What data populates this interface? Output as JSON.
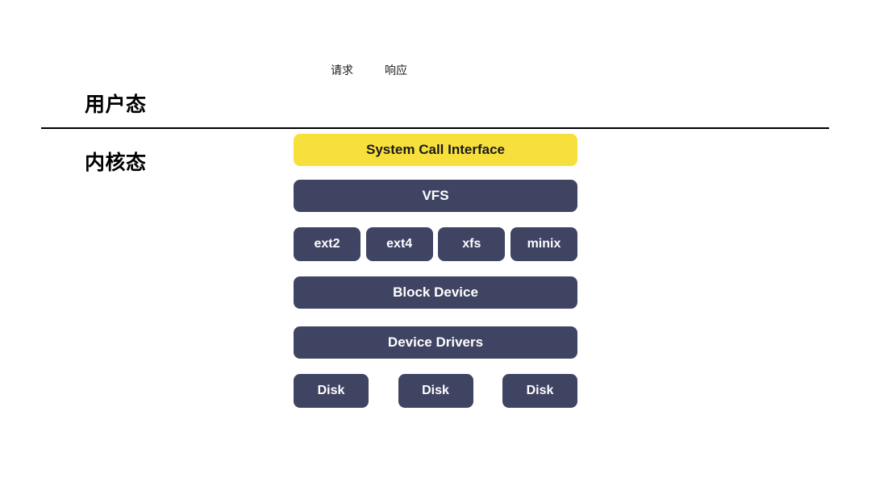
{
  "colors": {
    "accent": "#f7e03c",
    "navy": "#3f4463",
    "divider": "#000000",
    "text_dark": "#1a1a1a",
    "text_light": "#ffffff",
    "background": "#ffffff"
  },
  "flow": {
    "request_label": "请求",
    "response_label": "响应"
  },
  "modes": {
    "user": "用户态",
    "kernel": "内核态"
  },
  "stack": {
    "system_call_interface": "System Call Interface",
    "vfs": "VFS",
    "filesystems": [
      {
        "label": "ext2"
      },
      {
        "label": "ext4"
      },
      {
        "label": "xfs"
      },
      {
        "label": "minix"
      }
    ],
    "block_device": "Block Device",
    "device_drivers": "Device Drivers",
    "disks": [
      {
        "label": "Disk"
      },
      {
        "label": "Disk"
      },
      {
        "label": "Disk"
      }
    ]
  }
}
